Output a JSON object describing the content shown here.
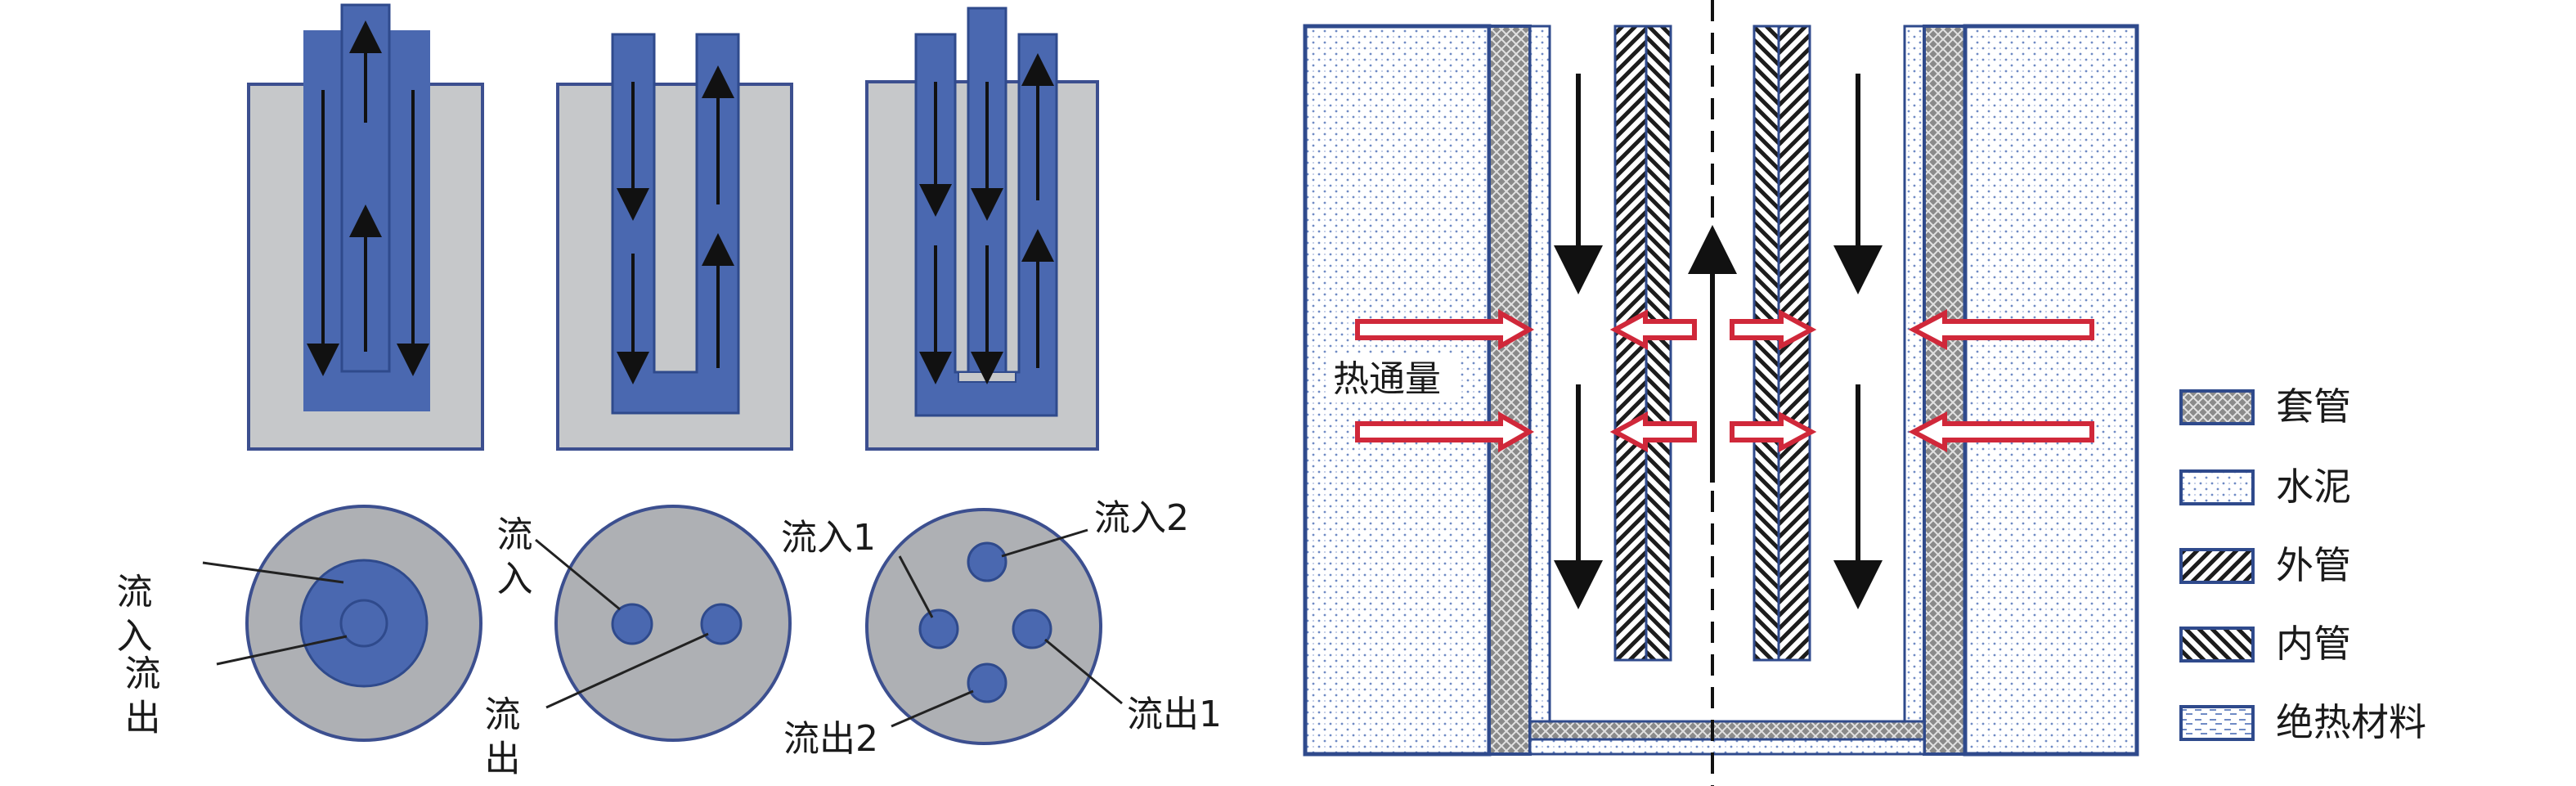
{
  "cross_sections": {
    "coaxial": {
      "inflow": "流入",
      "outflow": "流出"
    },
    "single_u": {
      "inflow": "流入",
      "outflow": "流出"
    },
    "double_u": {
      "inflow_1": "流入1",
      "inflow_2": "流入2",
      "outflow_1": "流出1",
      "outflow_2": "流出2"
    }
  },
  "well_section": {
    "heat_flux_label": "热通量"
  },
  "legend": {
    "casing": "套管",
    "cement": "水泥",
    "outer_pipe": "外管",
    "inner_pipe": "内管",
    "insulation": "绝热材料"
  },
  "colors": {
    "pipe_blue": "#4a68b0",
    "ground_gray": "#c6c8ca",
    "heat_arrow_red": "#d0283a",
    "outline_navy": "#2f4a8c"
  }
}
